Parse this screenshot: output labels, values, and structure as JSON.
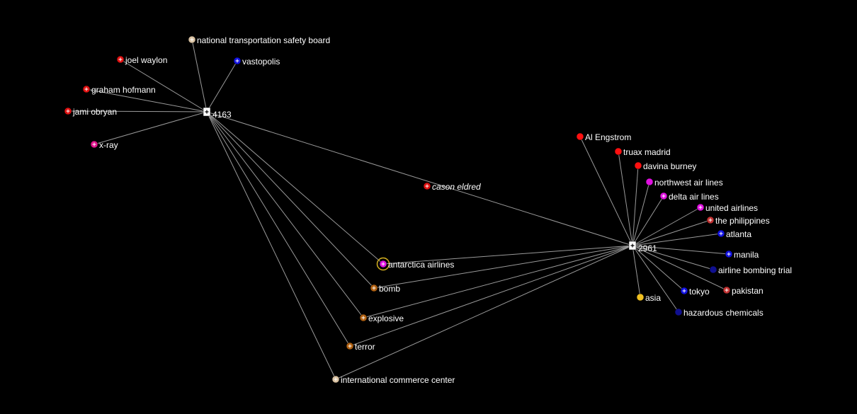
{
  "hubs": [
    {
      "id": "h1",
      "label": "4163"
    },
    {
      "id": "h2",
      "label": "2961"
    }
  ],
  "nodes": [
    {
      "id": "ntsb",
      "label": "national transportation safety board",
      "color": "#d8c0a0",
      "expandable": true
    },
    {
      "id": "vastopolis",
      "label": "vastopolis",
      "color": "#1010e0",
      "expandable": true
    },
    {
      "id": "joel",
      "label": "joel waylon",
      "color": "#e01010",
      "expandable": true
    },
    {
      "id": "graham",
      "label": "graham hofmann",
      "color": "#e01010",
      "expandable": true
    },
    {
      "id": "jami",
      "label": "jami obryan",
      "color": "#e01010",
      "expandable": true
    },
    {
      "id": "xray",
      "label": "x-ray",
      "color": "#e0108a",
      "expandable": true
    },
    {
      "id": "cason",
      "label": "cason eldred",
      "color": "#e01010",
      "expandable": true,
      "italic": true
    },
    {
      "id": "antarctica",
      "label": "antarctica airlines",
      "color": "#e010e0",
      "expandable": true,
      "selected": true
    },
    {
      "id": "bomb",
      "label": "bomb",
      "color": "#b06010",
      "expandable": true
    },
    {
      "id": "explosive",
      "label": "explosive",
      "color": "#b06010",
      "expandable": true
    },
    {
      "id": "terror",
      "label": "terror",
      "color": "#b06010",
      "expandable": true
    },
    {
      "id": "icc",
      "label": "international commerce center",
      "color": "#d8c0a0",
      "expandable": true
    },
    {
      "id": "engstrom",
      "label": "Al Engstrom",
      "color": "#ff1010",
      "expandable": false
    },
    {
      "id": "truax",
      "label": "truax madrid",
      "color": "#ff1010",
      "expandable": false
    },
    {
      "id": "davina",
      "label": "davina burney",
      "color": "#ff1010",
      "expandable": false
    },
    {
      "id": "northwest",
      "label": "northwest air lines",
      "color": "#e010e0",
      "expandable": false
    },
    {
      "id": "delta",
      "label": "delta air lines",
      "color": "#e010e0",
      "expandable": true
    },
    {
      "id": "united",
      "label": "united airlines",
      "color": "#e010e0",
      "expandable": true
    },
    {
      "id": "philippines",
      "label": "the philippines",
      "color": "#c03030",
      "expandable": true
    },
    {
      "id": "atlanta",
      "label": "atlanta",
      "color": "#1010e0",
      "expandable": true
    },
    {
      "id": "manila",
      "label": "manila",
      "color": "#1010e0",
      "expandable": true
    },
    {
      "id": "abt",
      "label": "airline bombing trial",
      "color": "#101090",
      "expandable": false
    },
    {
      "id": "pakistan",
      "label": "pakistan",
      "color": "#c03030",
      "expandable": true
    },
    {
      "id": "tokyo",
      "label": "tokyo",
      "color": "#1010e0",
      "expandable": true
    },
    {
      "id": "asia",
      "label": "asia",
      "color": "#f0c020",
      "expandable": false
    },
    {
      "id": "hazchem",
      "label": "hazardous chemicals",
      "color": "#101090",
      "expandable": false
    }
  ],
  "edges": [
    [
      "h1",
      "ntsb"
    ],
    [
      "h1",
      "vastopolis"
    ],
    [
      "h1",
      "joel"
    ],
    [
      "h1",
      "graham"
    ],
    [
      "h1",
      "jami"
    ],
    [
      "h1",
      "xray"
    ],
    [
      "h1",
      "h2"
    ],
    [
      "h1",
      "antarctica"
    ],
    [
      "h1",
      "bomb"
    ],
    [
      "h1",
      "explosive"
    ],
    [
      "h1",
      "terror"
    ],
    [
      "h1",
      "icc"
    ],
    [
      "h2",
      "antarctica"
    ],
    [
      "h2",
      "bomb"
    ],
    [
      "h2",
      "explosive"
    ],
    [
      "h2",
      "terror"
    ],
    [
      "h2",
      "icc"
    ],
    [
      "h2",
      "engstrom"
    ],
    [
      "h2",
      "truax"
    ],
    [
      "h2",
      "davina"
    ],
    [
      "h2",
      "northwest"
    ],
    [
      "h2",
      "delta"
    ],
    [
      "h2",
      "united"
    ],
    [
      "h2",
      "philippines"
    ],
    [
      "h2",
      "atlanta"
    ],
    [
      "h2",
      "manila"
    ],
    [
      "h2",
      "abt"
    ],
    [
      "h2",
      "pakistan"
    ],
    [
      "h2",
      "tokyo"
    ],
    [
      "h2",
      "asia"
    ],
    [
      "h2",
      "hazchem"
    ]
  ]
}
